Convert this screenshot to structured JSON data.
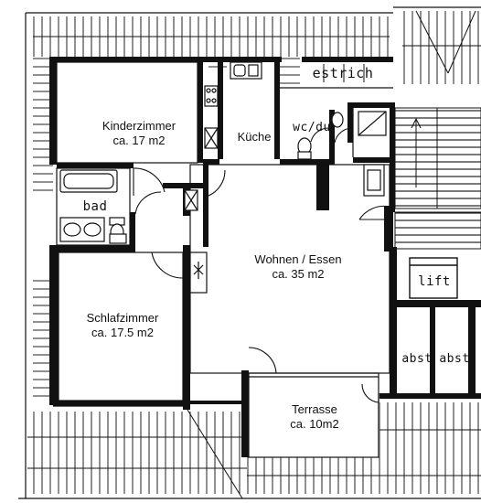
{
  "rooms": {
    "kinderzimmer": {
      "name": "Kinderzimmer",
      "area": "ca. 17 m2"
    },
    "kueche": {
      "name": "Küche"
    },
    "wc": {
      "name": "wc/du"
    },
    "estrich": {
      "name": "estrich"
    },
    "bad": {
      "name": "bad"
    },
    "wohnen": {
      "name": "Wohnen / Essen",
      "area": "ca. 35 m2"
    },
    "schlafzimmer": {
      "name": "Schlafzimmer",
      "area": "ca. 17.5 m2"
    },
    "terrasse": {
      "name": "Terrasse",
      "area": "ca. 10m2"
    },
    "lift": {
      "name": "lift"
    },
    "abst_left": {
      "name": "abst"
    },
    "abst_right": {
      "name": "abst"
    }
  },
  "colors": {
    "ink": "#111111",
    "paper": "#ffffff"
  }
}
